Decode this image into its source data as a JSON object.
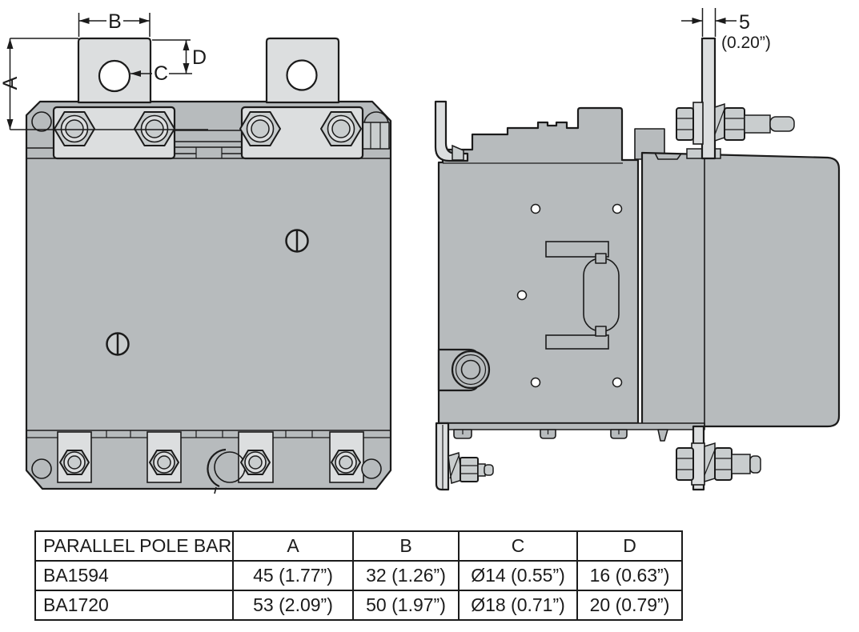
{
  "colors": {
    "line": "#1b1b1b",
    "body": "#b7bbbd",
    "light": "#dcdedf",
    "mid": "#c9cdce",
    "page": "#ffffff"
  },
  "annotations": {
    "dim_a": "A",
    "dim_b": "B",
    "dim_c": "C",
    "dim_d": "D",
    "bar_thickness_mm": "5",
    "bar_thickness_in": "(0.20”)"
  },
  "table": {
    "header": [
      "PARALLEL POLE BAR",
      "A",
      "B",
      "C",
      "D"
    ],
    "rows": [
      [
        "BA1594",
        "45 (1.77”)",
        "32 (1.26”)",
        "Ø14 (0.55”)",
        "16 (0.63”)"
      ],
      [
        "BA1720",
        "53 (2.09”)",
        "50 (1.97”)",
        "Ø18 (0.71”)",
        "20 (0.79”)"
      ]
    ]
  }
}
